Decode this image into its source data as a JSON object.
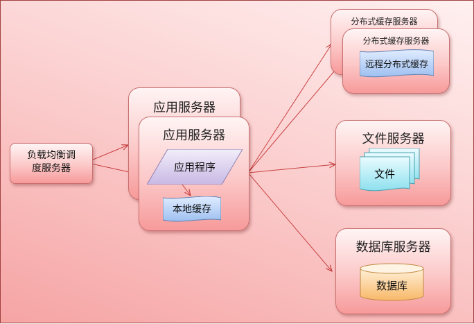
{
  "load_balancer": {
    "label_line1": "负载均衡调",
    "label_line2": "度服务器"
  },
  "app_server": {
    "title_back": "应用服务器",
    "title_front": "应用服务器",
    "program": "应用程序",
    "local_cache": "本地缓存"
  },
  "dist_cache_server": {
    "title_back": "分布式缓存服务器",
    "title_front": "分布式缓存服务器",
    "remote_cache": "远程分布式缓存"
  },
  "file_server": {
    "title": "文件服务器",
    "file": "文件"
  },
  "db_server": {
    "title": "数据库服务器",
    "db": "数据库"
  }
}
